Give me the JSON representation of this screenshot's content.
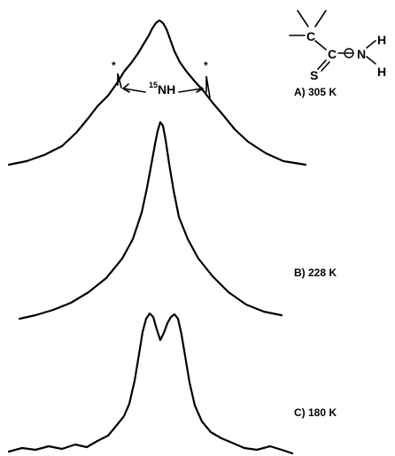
{
  "figure": {
    "spectra": [
      {
        "label": "A) 305 K"
      },
      {
        "label": "B) 228 K"
      },
      {
        "label": "C) 180 K"
      }
    ],
    "annotations": {
      "nh_label": "15NH",
      "nh_sup": "15",
      "nh_text": "NH",
      "satellite_marker": "*"
    },
    "structure": {
      "atoms": [
        "C",
        "C",
        "N",
        "H",
        "H",
        "S"
      ]
    }
  }
}
